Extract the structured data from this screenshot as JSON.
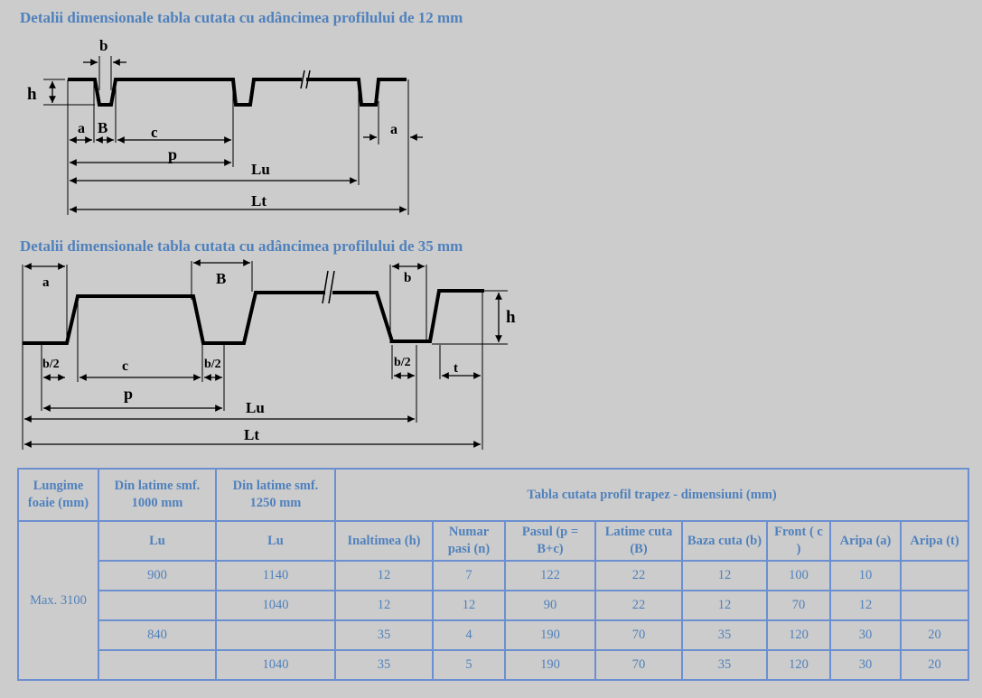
{
  "titles": {
    "profile12": "Detalii dimensionale tabla cutata cu adâncimea profilului de 12 mm",
    "profile35": "Detalii dimensionale tabla cutata cu adâncimea profilului de 35 mm"
  },
  "diagram12": {
    "h": "h",
    "b": "b",
    "a_left": "a",
    "B": "B",
    "c": "c",
    "p": "p",
    "Lu": "Lu",
    "Lt": "Lt",
    "a_right": "a"
  },
  "diagram35": {
    "a": "a",
    "B": "B",
    "b_top": "b",
    "h": "h",
    "b2_1": "b/2",
    "c": "c",
    "b2_2": "b/2",
    "b2_3": "b/2",
    "t": "t",
    "p": "p",
    "Lu": "Lu",
    "Lt": "Lt"
  },
  "table": {
    "h_foaie": "Lungime foaie (mm)",
    "h_1000": "Din latime smf. 1000 mm",
    "h_1250": "Din latime smf. 1250 mm",
    "h_tabla": "Tabla cutata profil trapez - dimensiuni (mm)",
    "sub_lu1": "Lu",
    "sub_lu2": "Lu",
    "cols": [
      "Inaltimea (h)",
      "Numar pasi (n)",
      "Pasul (p = B+c)",
      "Latime cuta (B)",
      "Baza cuta (b)",
      "Front ( c )",
      "Aripa (a)",
      "Aripa (t)"
    ],
    "max_label": "Max. 3100",
    "rows": [
      {
        "lu1000": "900",
        "lu1250": "1140",
        "vals": [
          "12",
          "7",
          "122",
          "22",
          "12",
          "100",
          "10",
          ""
        ]
      },
      {
        "lu1000": "",
        "lu1250": "1040",
        "vals": [
          "12",
          "12",
          "90",
          "22",
          "12",
          "70",
          "12",
          ""
        ]
      },
      {
        "lu1000": "840",
        "lu1250": "",
        "vals": [
          "35",
          "4",
          "190",
          "70",
          "35",
          "120",
          "30",
          "20"
        ]
      },
      {
        "lu1000": "",
        "lu1250": "1040",
        "vals": [
          "35",
          "5",
          "190",
          "70",
          "35",
          "120",
          "30",
          "20"
        ]
      }
    ]
  },
  "colors": {
    "title": "#4f81bd",
    "border": "#6b8fd0",
    "background": "#cccccc"
  }
}
